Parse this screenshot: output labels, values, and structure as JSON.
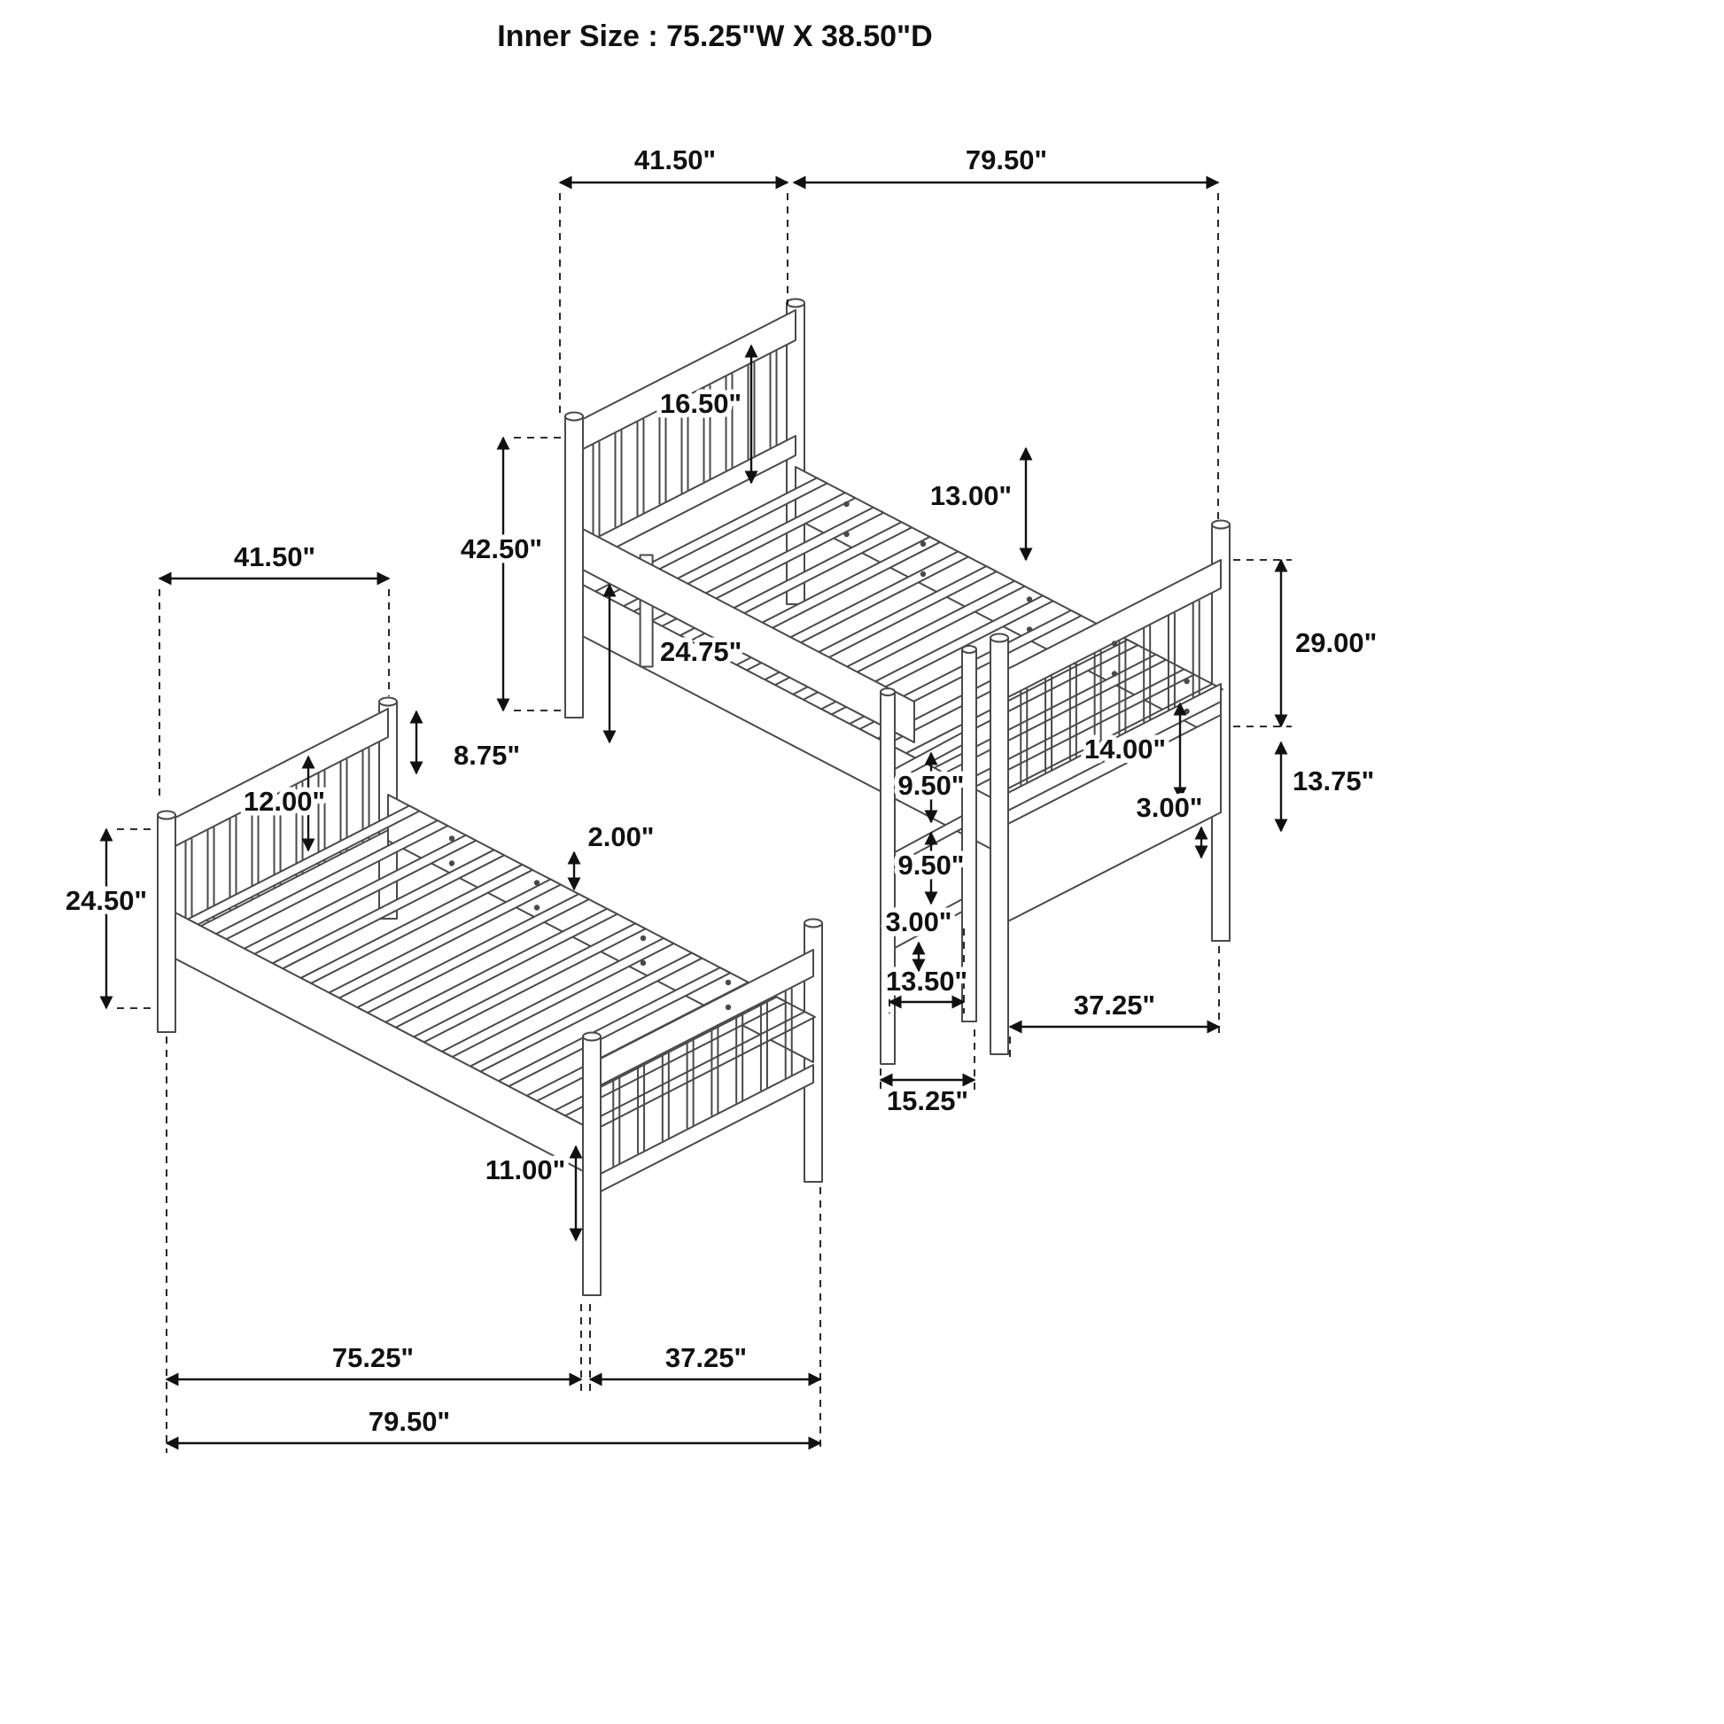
{
  "title": "Inner Size : 75.25\"W X  38.50\"D",
  "colors": {
    "line": "#4a4a4a",
    "dimension": "#111111",
    "background": "#ffffff"
  },
  "dims": {
    "upper_bunk_width": "41.50\"",
    "upper_bunk_length": "79.50\"",
    "upper_headboard_height": "16.50\"",
    "upper_guard_rail_height": "13.00\"",
    "upper_overall_height": "42.50\"",
    "under_bed_clearance": "24.75\"",
    "upper_foot_height": "29.00\"",
    "footboard_spindle_height": "14.00\"",
    "footboard_height": "13.75\"",
    "footboard_panel_thickness": "3.00\"",
    "ladder_step_gap_top": "9.50\"",
    "ladder_step_gap_bottom": "9.50\"",
    "ladder_step_thickness": "3.00\"",
    "ladder_inner_width": "13.50\"",
    "ladder_outer_width": "15.25\"",
    "upper_foot_depth": "37.25\"",
    "lower_bed_width": "41.50\"",
    "lower_headboard_spindle_height": "12.00\"",
    "lower_rail_height": "8.75\"",
    "slat_thickness": "2.00\"",
    "lower_headboard_height": "24.50\"",
    "lower_foot_leg_height": "11.00\"",
    "lower_inner_length": "75.25\"",
    "lower_foot_width": "37.25\"",
    "lower_overall_length": "79.50\""
  }
}
